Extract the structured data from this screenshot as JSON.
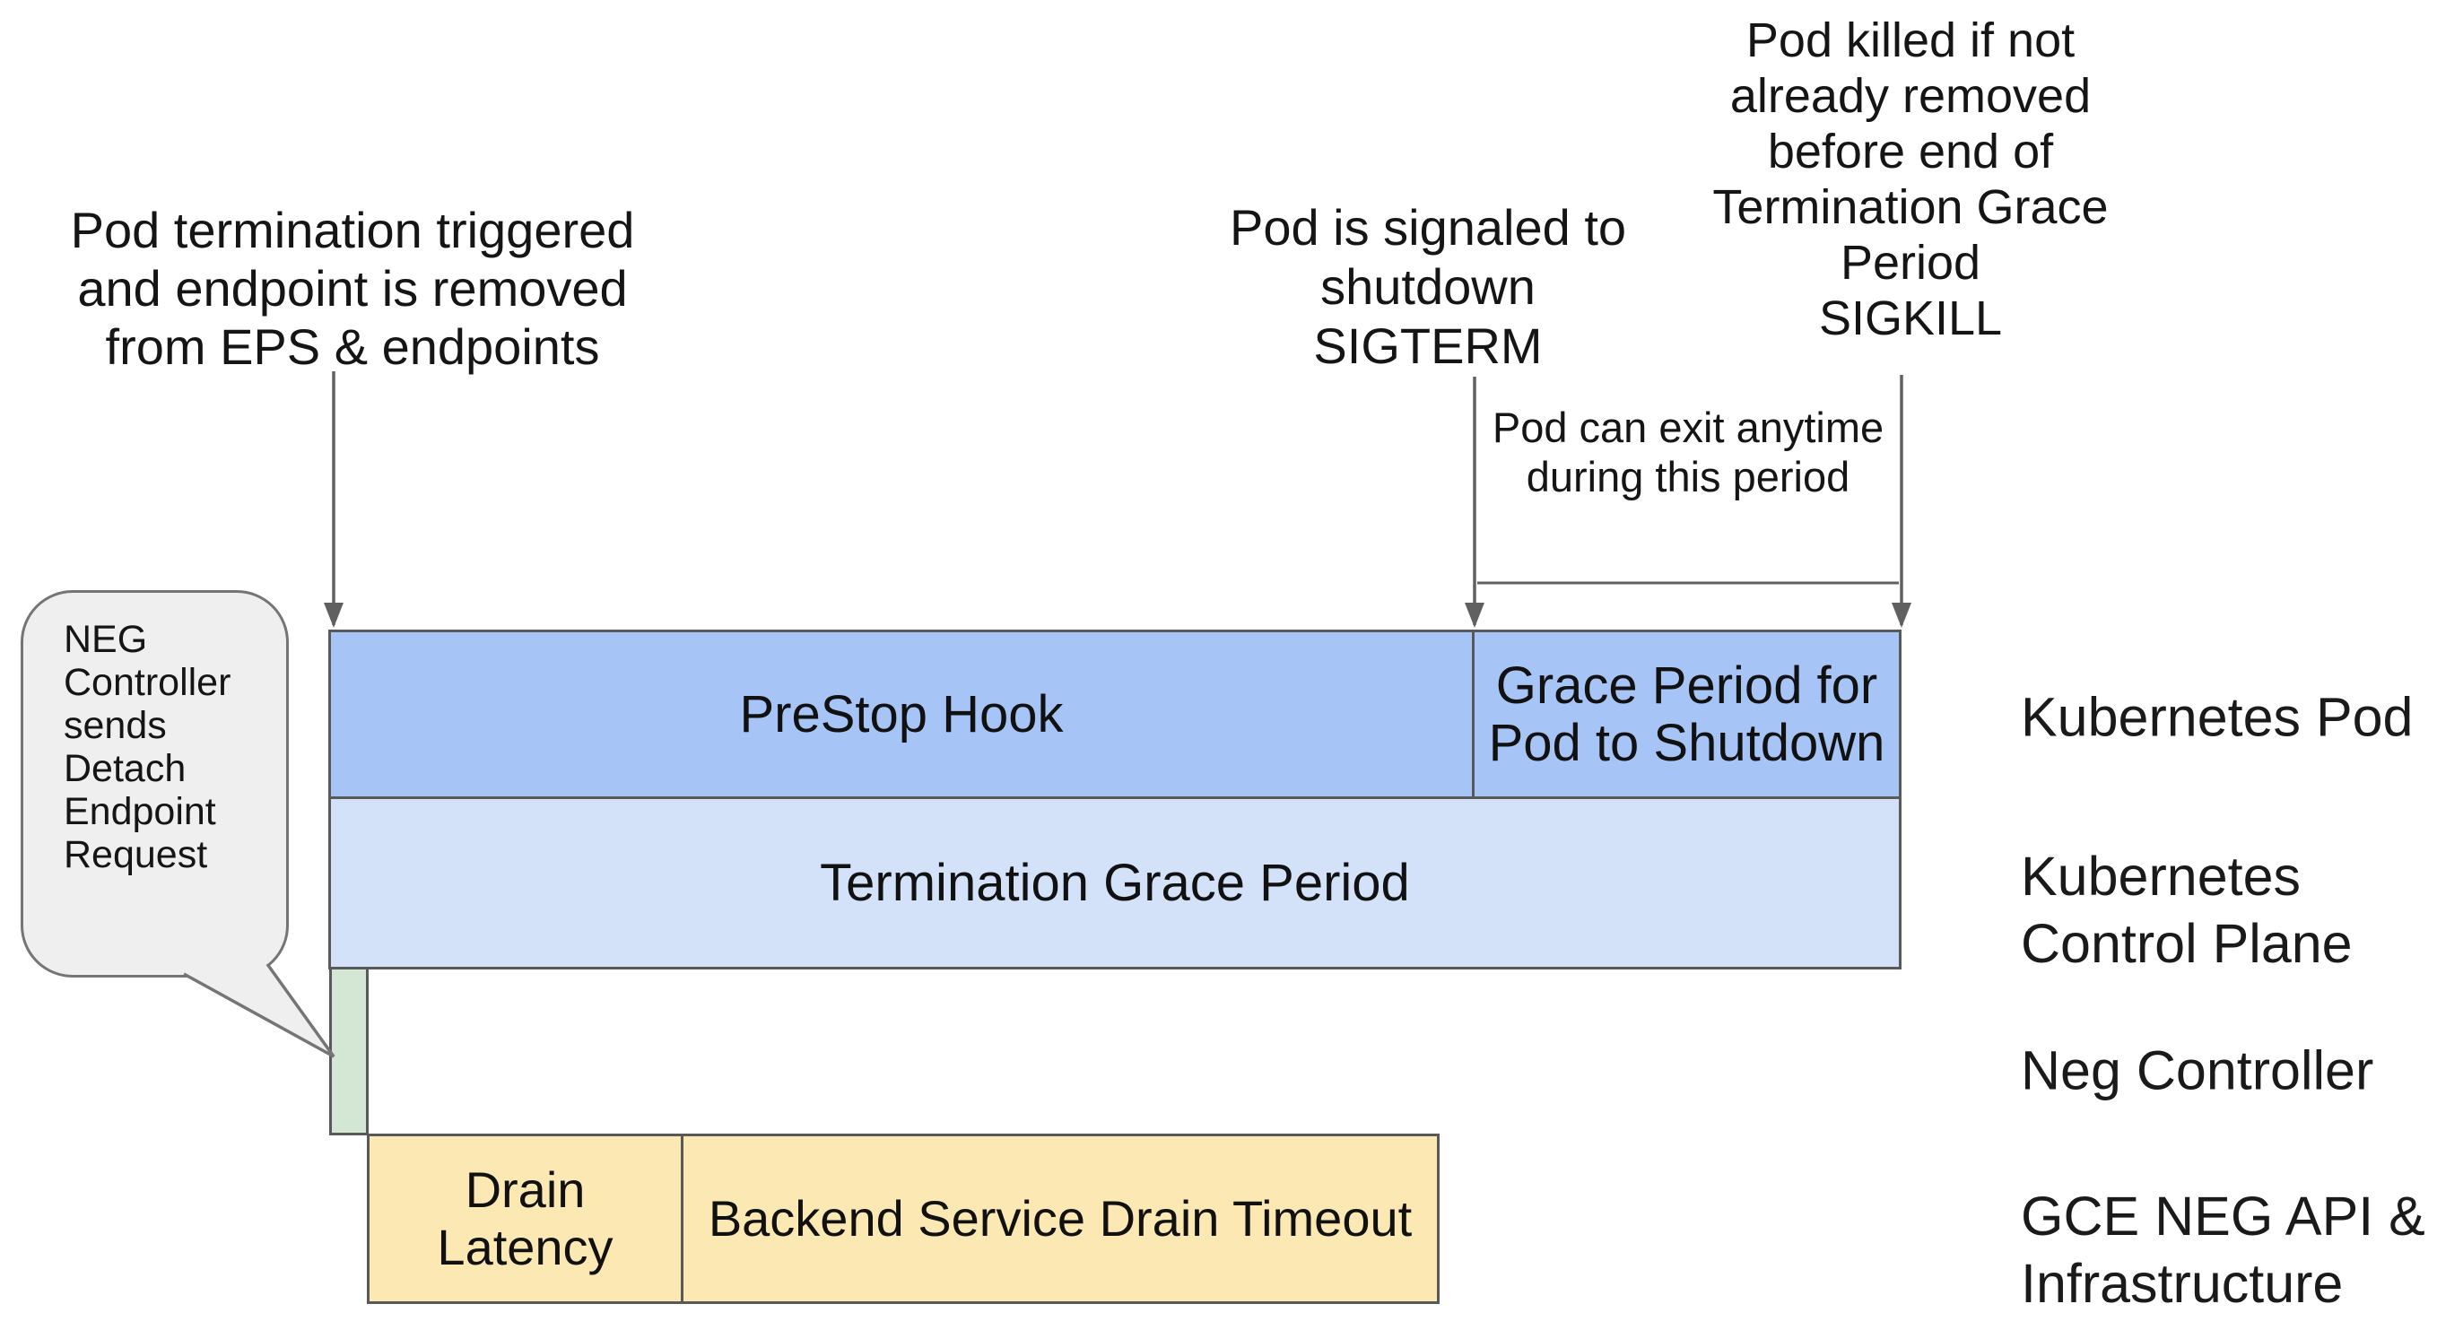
{
  "annotations": {
    "pod_termination": "Pod termination triggered\nand endpoint is removed\nfrom EPS & endpoints",
    "pod_signaled": "Pod is signaled to\nshutdown\nSIGTERM",
    "pod_killed": "Pod killed if not\nalready removed\nbefore end of\nTermination Grace\nPeriod\nSIGKILL",
    "pod_exit": "Pod can exit anytime\nduring this period",
    "neg_bubble": "NEG\nController\nsends\nDetach\nEndpoint\nRequest"
  },
  "timeline": {
    "prestop_hook": "PreStop Hook",
    "grace_period": "Grace Period for\nPod to Shutdown",
    "termination_grace_period": "Termination Grace Period",
    "drain_latency": "Drain\nLatency",
    "backend_drain_timeout": "Backend Service Drain Timeout"
  },
  "lanes": [
    {
      "label": "Kubernetes Pod"
    },
    {
      "label": "Kubernetes\nControl Plane"
    },
    {
      "label": "Neg Controller"
    },
    {
      "label": "GCE NEG API &\nInfrastructure"
    }
  ],
  "colors": {
    "kubernetes_pod_bar": "#a7c4f7",
    "control_plane_bar": "#d3e1f9",
    "neg_controller_bar": "#d3e7d4",
    "gce_bar": "#fce8b2",
    "bar_border": "#595959",
    "arrow_line": "#606060",
    "bubble_fill": "#efefef",
    "bubble_border": "#757575",
    "text": "#111111",
    "background": "#ffffff"
  }
}
